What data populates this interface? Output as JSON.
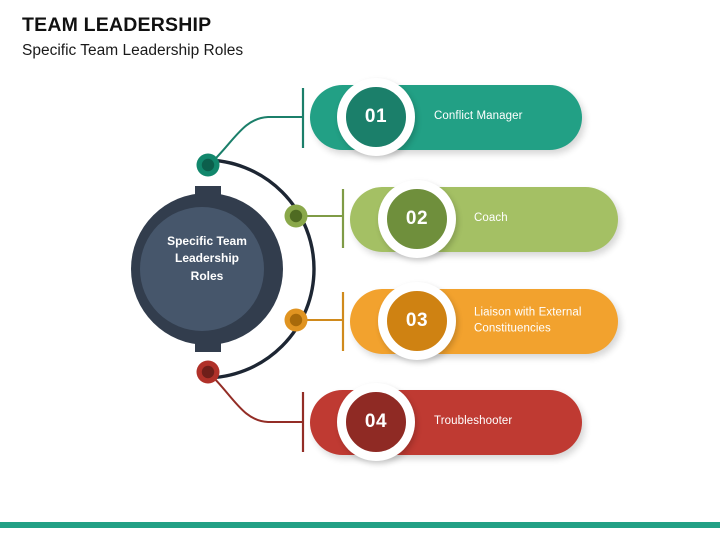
{
  "slide": {
    "title": "TEAM LEADERSHIP",
    "subtitle": "Specific Team Leadership Roles",
    "background_color": "#ffffff",
    "footer_rule_color": "#22a085"
  },
  "hub": {
    "label": "Specific Team\nLeadership\nRoles",
    "outer_ring_color": "#323d4d",
    "inner_disc_color": "#46566b",
    "arc_color": "#1d2633",
    "text_color": "#ffffff"
  },
  "items": [
    {
      "number": "01",
      "label": "Conflict Manager",
      "bar_color": "#22a085",
      "medallion_color": "#1b7f6a",
      "connector_color": "#1b7f6a",
      "dot_color": "#12876c",
      "dot_ring_color": "#12876c",
      "connector_style": "curved"
    },
    {
      "number": "02",
      "label": "Coach",
      "bar_color": "#a4c064",
      "medallion_color": "#6f8f3c",
      "connector_color": "#7f9b46",
      "dot_color": "#4f6b22",
      "dot_ring_color": "#8aa84a",
      "connector_style": "straight"
    },
    {
      "number": "03",
      "label": "Liaison with External\nConstituencies",
      "bar_color": "#f2a22e",
      "medallion_color": "#cf8212",
      "connector_color": "#d08a1c",
      "dot_color": "#a86a0a",
      "dot_ring_color": "#e09421",
      "connector_style": "straight"
    },
    {
      "number": "04",
      "label": "Troubleshooter",
      "bar_color": "#bf3a32",
      "medallion_color": "#8f2a24",
      "connector_color": "#932d26",
      "dot_color": "#6f1f1a",
      "dot_ring_color": "#b03129",
      "connector_style": "curved"
    }
  ]
}
